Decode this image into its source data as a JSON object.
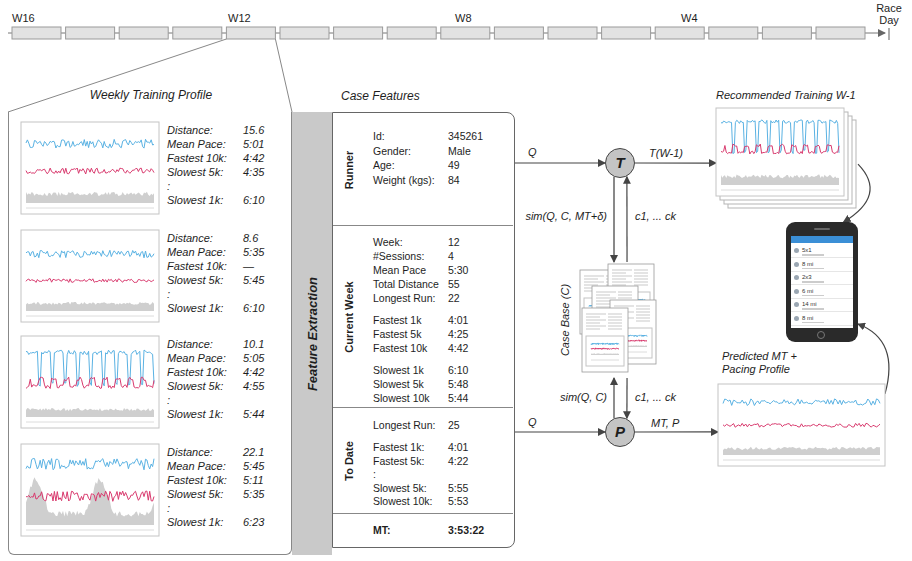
{
  "diagram": {
    "nodes": [
      {
        "text": [
          "Weekly Training Profile"
        ]
      },
      {
        "text": [
          "Distance:",
          "15.6",
          "Mean Pace:",
          "5:01",
          "Fastest 10k:",
          "4:42",
          "Slowest 5k:",
          "4:35",
          ":",
          "Slowest 1k:",
          "6:10"
        ],
        "in": 0
      },
      {
        "text": [
          "Distance:",
          "8.6",
          "Mean Pace:",
          "5:35",
          "Fastest 10k:",
          "—",
          "Slowest 5k:",
          "5:45",
          ":",
          "Slowest 1k:",
          "6:10"
        ],
        "in": 0
      },
      {
        "text": [
          "Distance:",
          "10.1",
          "Mean Pace:",
          "5:05",
          "Fastest 10k:",
          "4:42",
          "Slowest 5k:",
          "4:55",
          ":",
          "Slowest 1k:",
          "5:44"
        ],
        "in": 0
      },
      {
        "text": [
          "Distance:",
          "22.1",
          "Mean Pace:",
          "5:45",
          "Fastest 10k:",
          "5:11",
          "Slowest 5k:",
          "5:35",
          ":",
          "Slowest 1k:",
          "6:23"
        ],
        "in": 0
      },
      {
        "text": [
          "Feature Extraction"
        ]
      },
      {
        "text": [
          "Case Features"
        ]
      },
      {
        "text": [
          "Runner",
          "Id:",
          "345261",
          "Gender:",
          "Male",
          "Age:",
          "49",
          "Weight (kgs):",
          "84"
        ],
        "in": 6
      },
      {
        "text": [
          "Current Week",
          "Week:",
          "12",
          "#Sessions:",
          "4",
          "Mean Pace",
          "5:30",
          "Total Distance",
          "55",
          "Longest Run:",
          "22",
          "Fastest 1k",
          "4:01",
          "Fastest 5k",
          "4:25",
          "Fastest 10k",
          "4:42",
          "Slowest 1k",
          "6:10",
          "Slowest 5k",
          "5:48",
          "Slowest 10k",
          "5:44"
        ],
        "in": 6
      },
      {
        "text": [
          "To Date",
          "Longest Run:",
          "25",
          "Fastest 1k:",
          "4:01",
          "Fastest 5k:",
          "4:22",
          ":",
          "Slowest 5k:",
          "5:55",
          "Slowest 10k:",
          "5:53"
        ],
        "in": 6
      },
      {
        "text": [
          "MT:",
          "3:53:22"
        ],
        "in": 6
      },
      {
        "text": [
          "T"
        ]
      },
      {
        "text": [
          "Recommended Training W-1"
        ]
      },
      {
        "text": [
          "Case Base (C)"
        ]
      },
      {
        "text": [
          "5x1",
          "8 mi",
          "2x3",
          "6 mi",
          "14 mi",
          "8 mi"
        ]
      },
      {
        "text": [
          "P"
        ]
      },
      {
        "text": [
          "Predicted MT + Pacing Profile"
        ]
      }
    ],
    "edges": [
      {
        "from": 6,
        "to": 11,
        "label": "Q",
        "arrow": "to"
      },
      {
        "from": 11,
        "to": 12,
        "label": "T(W-1)",
        "arrow": "to"
      },
      {
        "from": 11,
        "to": 13,
        "label": "sim(Q, C, MT+δ)",
        "arrow": "to"
      },
      {
        "from": 13,
        "to": 11,
        "label": "c1, ... ck",
        "arrow": "to"
      },
      {
        "from": 6,
        "to": 15,
        "label": "Q",
        "arrow": "to"
      },
      {
        "from": 15,
        "to": 13,
        "label": "sim(Q, C)",
        "arrow": "to"
      },
      {
        "from": 13,
        "to": 15,
        "label": "c1, ... ck",
        "arrow": "to"
      },
      {
        "from": 15,
        "to": 16,
        "label": "MT, P",
        "arrow": "to"
      },
      {
        "from": 12,
        "to": 14,
        "arrow": "to"
      },
      {
        "from": 16,
        "to": 14,
        "arrow": "to"
      }
    ],
    "labels": [
      "W16",
      "W12",
      "W8",
      "W4",
      "Race Day"
    ]
  }
}
